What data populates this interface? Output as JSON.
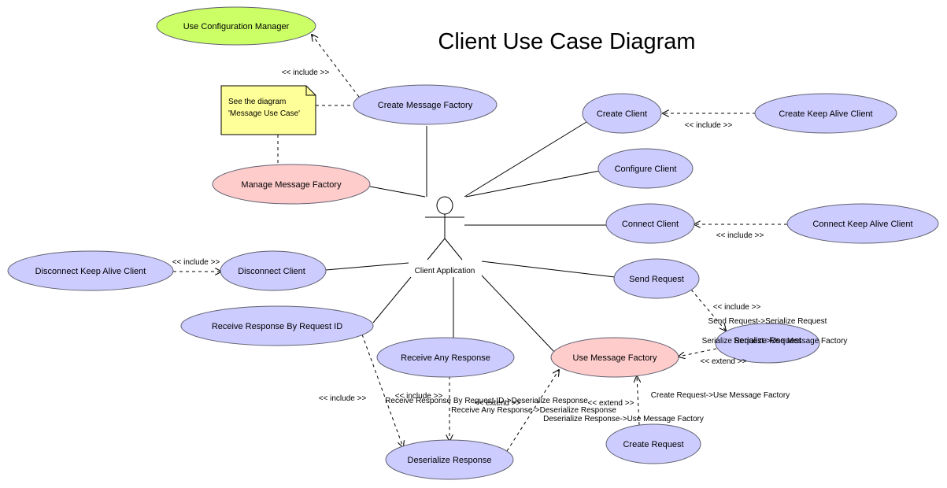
{
  "title": "Client Use Case Diagram",
  "actor": {
    "label": "Client Application"
  },
  "note": {
    "line1": "See the diagram",
    "line2": "'Message Use Case'"
  },
  "colors": {
    "use_case_fill": "#ccccff",
    "highlight_fill": "#ffcccc",
    "config_fill": "#ccff66",
    "note_fill": "#ffff99"
  },
  "use_cases": {
    "use_configuration_manager": "Use Configuration Manager",
    "create_message_factory": "Create Message Factory",
    "manage_message_factory": "Manage Message Factory",
    "create_client": "Create Client",
    "create_keep_alive_client": "Create Keep Alive Client",
    "configure_client": "Configure Client",
    "connect_client": "Connect Client",
    "connect_keep_alive_client": "Connect Keep Alive Client",
    "disconnect_keep_alive_client": "Disconnect Keep Alive Client",
    "disconnect_client": "Disconnect Client",
    "send_request": "Send Request",
    "receive_response_by_request_id": "Receive Response By Request ID",
    "receive_any_response": "Receive Any Response",
    "use_message_factory": "Use Message Factory",
    "serialize_request": "Serialize Request",
    "deserialize_response": "Deserialize Response",
    "create_request": "Create Request"
  },
  "relation_labels": {
    "include": "<< include >>",
    "extend": "<< extend >>",
    "send_to_serialize": "Send Request->Serialize Request",
    "serialize_to_use_factory": "Serialize Request->Use Message Factory",
    "create_request_to_use_factory": "Create Request->Use Message Factory",
    "receive_by_id_to_deserialize": "Receive Response By Request ID->Deserialize Response",
    "receive_any_to_deserialize": "Receive Any Response->Deserialize Response",
    "deserialize_to_use_factory": "Deserialize Response->Use Message Factory"
  }
}
